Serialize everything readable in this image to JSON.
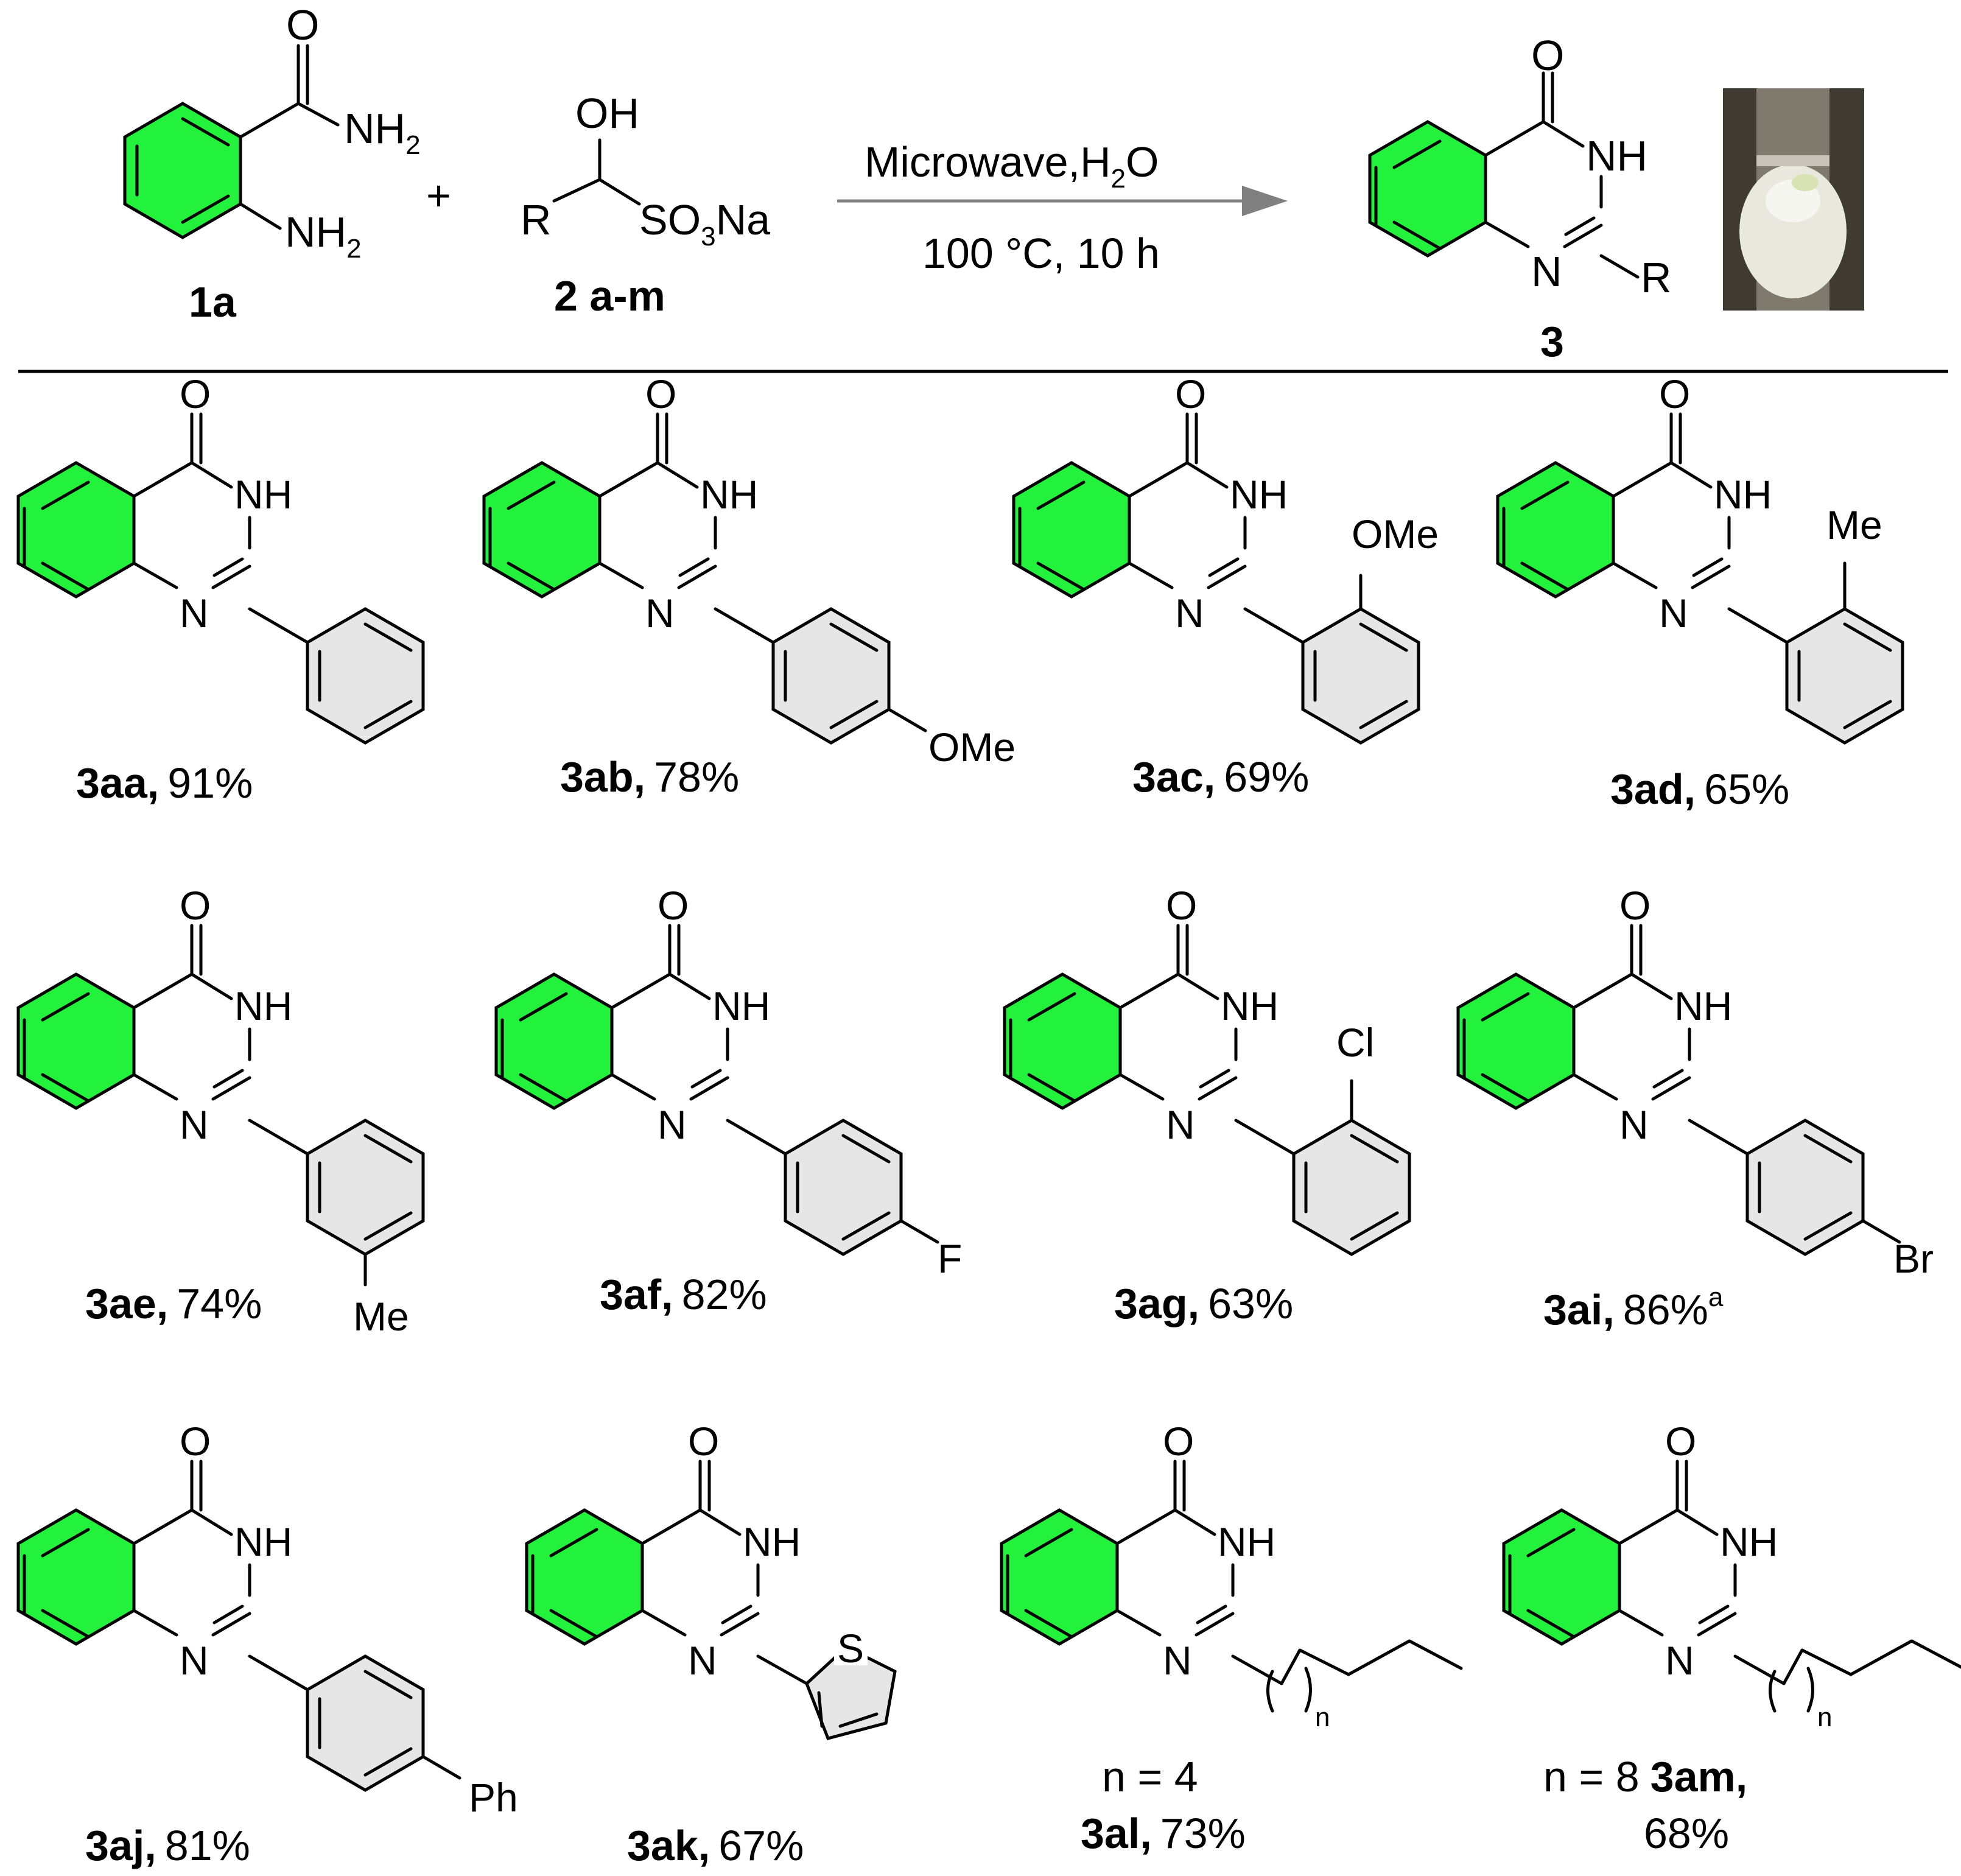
{
  "colors": {
    "benzo_ring": "#22f23c",
    "aryl_ring": "#e6e6e6",
    "arrow": "#808080",
    "ink": "#000000"
  },
  "reaction": {
    "reactant1": {
      "id": "1a",
      "nh2_top": "NH",
      "nh2_bottom": "NH",
      "sub2": "2"
    },
    "plus": "+",
    "reactant2": {
      "id": "2 a-m",
      "oh": "OH",
      "r": "R",
      "so3": "SO",
      "so3_sub": "3",
      "na": "Na"
    },
    "conditions": {
      "line1_a": "Microwave,H",
      "line1_sub": "2",
      "line1_b": "O",
      "line2": "100 °C, 10 h"
    },
    "product": {
      "id": "3",
      "o": "O",
      "nh": "NH",
      "n": "N",
      "r": "R"
    },
    "photo_icon": "vial-photo"
  },
  "atoms": {
    "o": "O",
    "nh": "NH",
    "n": "N"
  },
  "substituents": {
    "ome": "OMe",
    "me": "Me",
    "f": "F",
    "cl": "Cl",
    "br": "Br",
    "ph": "Ph",
    "s": "S",
    "n": "n"
  },
  "products": [
    {
      "id": "3aa",
      "sep": ",",
      "yield": "91%"
    },
    {
      "id": "3ab",
      "sep": ",",
      "yield": "78%"
    },
    {
      "id": "3ac",
      "sep": ",",
      "yield": "69%"
    },
    {
      "id": "3ad",
      "sep": ",",
      "yield": "65%"
    },
    {
      "id": "3ae",
      "sep": ",",
      "yield": "74%"
    },
    {
      "id": "3af",
      "sep": ",",
      "yield": "82%"
    },
    {
      "id": "3ag",
      "sep": ",",
      "yield": "63%"
    },
    {
      "id": "3ai",
      "sep": ",",
      "yield": "86%",
      "note": "a"
    },
    {
      "id": "3aj",
      "sep": ",",
      "yield": "81%"
    },
    {
      "id": "3ak",
      "sep": ",",
      "yield": "67%"
    },
    {
      "id": "3al",
      "sep": ",",
      "yield": "73%",
      "n_value": "n = 4"
    },
    {
      "id": "3am",
      "sep": ",",
      "yield": "68%",
      "n_value": "n = 8"
    }
  ]
}
